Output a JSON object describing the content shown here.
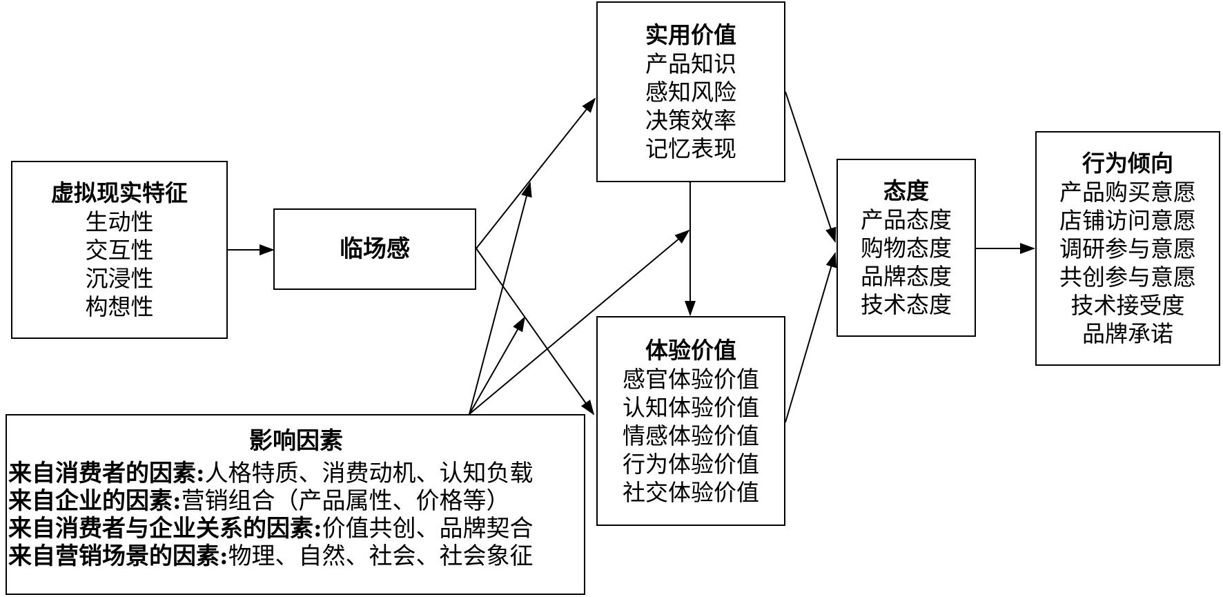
{
  "nodes": {
    "vr": {
      "title": "虚拟现实特征",
      "items": [
        "生动性",
        "交互性",
        "沉浸性",
        "构想性"
      ]
    },
    "presence": {
      "title": "临场感"
    },
    "utilitarian": {
      "title": "实用价值",
      "items": [
        "产品知识",
        "感知风险",
        "决策效率",
        "记忆表现"
      ]
    },
    "experiential": {
      "title": "体验价值",
      "items": [
        "感官体验价值",
        "认知体验价值",
        "情感体验价值",
        "行为体验价值",
        "社交体验价值"
      ]
    },
    "attitude": {
      "title": "态度",
      "items": [
        "产品态度",
        "购物态度",
        "品牌态度",
        "技术态度"
      ]
    },
    "behavior": {
      "title": "行为倾向",
      "items": [
        "产品购买意愿",
        "店铺访问意愿",
        "调研参与意愿",
        "共创参与意愿",
        "技术接受度",
        "品牌承诺"
      ]
    },
    "influence": {
      "title": "影响因素",
      "rows": [
        {
          "label": "来自消费者的因素",
          "sep": ":",
          "text": "人格特质、消费动机、认知负载"
        },
        {
          "label": "来自企业的因素",
          "sep": ":",
          "text": "营销组合（产品属性、价格等）"
        },
        {
          "label": "来自消费者与企业关系的因素",
          "sep": ":",
          "text": "价值共创、品牌契合"
        },
        {
          "label": "来自营销场景的因素",
          "sep": ":",
          "text": "物理、自然、社会、社会象征"
        }
      ]
    }
  },
  "colors": {
    "line": "#000000",
    "box_border": "#000000",
    "background": "#ffffff"
  }
}
